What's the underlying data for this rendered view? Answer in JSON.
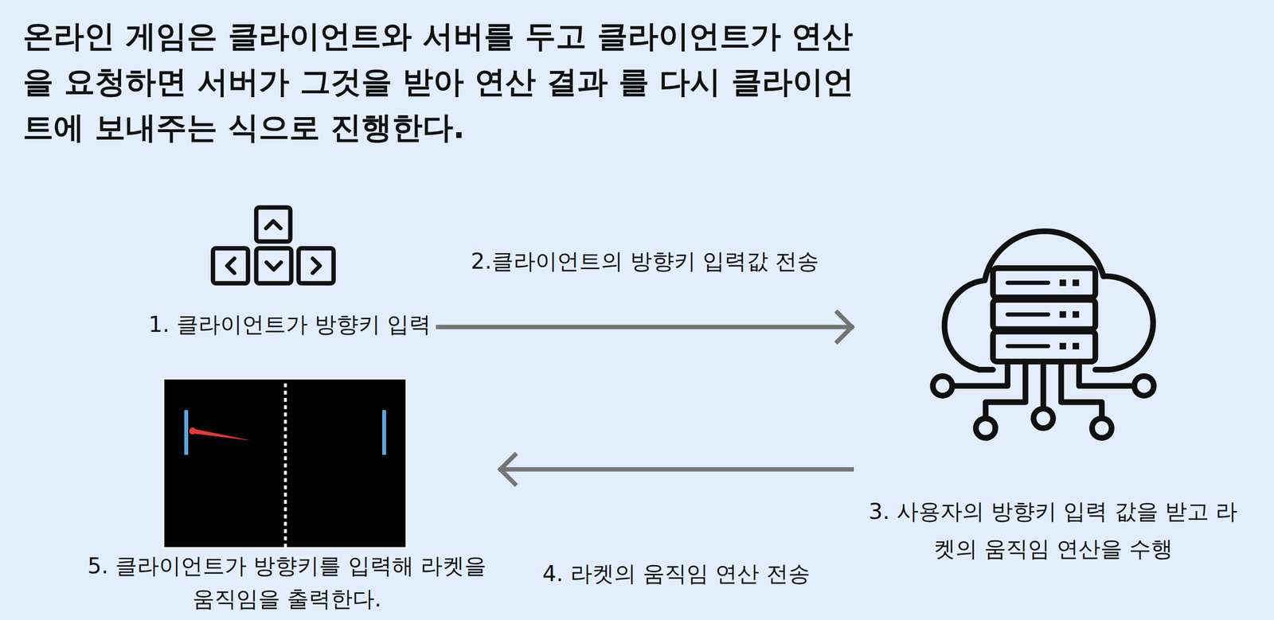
{
  "diagram": {
    "title": "온라인 게임은 클라이언트와 서버를 두고 클라이언트가 연산을 요청하면 서버가 그것을 받아 연산 결과 를 다시 클라이언트에 보내주는 식으로 진행한다.",
    "nodes": [
      {
        "text": [
          "1. 클라이언트가 방향키 입력"
        ]
      },
      {
        "text": [
          "3. 사용자의 방향키 입력 값을 받고 라켓의 움직임 연산을 수행"
        ]
      },
      {
        "text": [
          "5. 클라이언트가 방향키를 입력해 라켓을 움직임을 출력한다."
        ]
      }
    ],
    "edges": [
      {
        "from": 0,
        "to": 1,
        "arrow": "to",
        "label": "2.클라이언트의 방향키 입력값 전송"
      },
      {
        "from": 1,
        "to": 2,
        "arrow": "to",
        "label": "4. 라켓의 움직임 연산 전송"
      }
    ]
  }
}
